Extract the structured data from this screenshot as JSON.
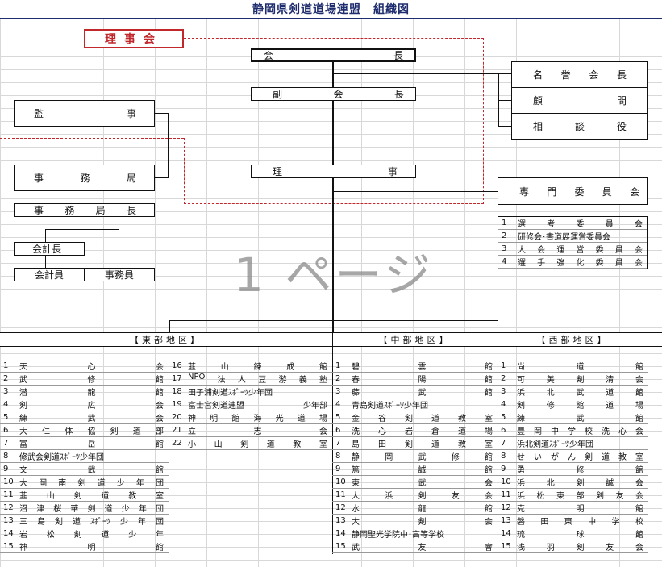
{
  "title": "静岡県剣道道場連盟　組織図",
  "board_label": "理事会",
  "watermark": "1 ページ",
  "org": {
    "president": [
      "会",
      "長"
    ],
    "vice_president": [
      "副",
      "会",
      "長"
    ],
    "directors": [
      "理",
      "事"
    ],
    "auditor": [
      "監",
      "事"
    ],
    "secretariat": [
      "事",
      "務",
      "局"
    ],
    "secretariat_chief": [
      "事",
      "務",
      "局",
      "長"
    ],
    "accounting_chief": "会計長",
    "accountant": "会計員",
    "clerk": "事務員",
    "honorary": [
      "名",
      "誉",
      "会",
      "長"
    ],
    "advisor": [
      "顧",
      "問"
    ],
    "consultant": [
      "相",
      "談",
      "役"
    ],
    "committees_title": [
      "専",
      "門",
      "委",
      "員",
      "会"
    ],
    "committees": [
      {
        "n": "1",
        "v": [
          "選",
          "考",
          "委",
          "員",
          "会"
        ]
      },
      {
        "n": "2",
        "v": [
          "研修会･書道展運営委員会"
        ]
      },
      {
        "n": "3",
        "v": [
          "大",
          "会",
          "運",
          "営",
          "委",
          "員",
          "会"
        ]
      },
      {
        "n": "4",
        "v": [
          "選",
          "手",
          "強",
          "化",
          "委",
          "員",
          "会"
        ]
      }
    ]
  },
  "regions": {
    "east": "【東部地区】",
    "central": "【中部地区】",
    "west": "【西部地区】"
  },
  "east_a": [
    {
      "n": "1",
      "v": [
        "天",
        "心",
        "会"
      ]
    },
    {
      "n": "2",
      "v": [
        "武",
        "修",
        "館"
      ]
    },
    {
      "n": "3",
      "v": [
        "潜",
        "龍",
        "館"
      ]
    },
    {
      "n": "4",
      "v": [
        "剣",
        "広",
        "会"
      ]
    },
    {
      "n": "5",
      "v": [
        "練",
        "武",
        "会"
      ]
    },
    {
      "n": "6",
      "v": [
        "大",
        "仁",
        "体",
        "協",
        "剣",
        "道",
        "部"
      ]
    },
    {
      "n": "7",
      "v": [
        "富",
        "岳",
        "館"
      ]
    },
    {
      "n": "8",
      "v": [
        "修武会剣道ｽﾎﾟｰﾂ少年団"
      ]
    },
    {
      "n": "9",
      "v": [
        "文",
        "武",
        "館"
      ]
    },
    {
      "n": "10",
      "v": [
        "大",
        "岡",
        "南",
        "剣",
        "道",
        "少",
        "年",
        "団"
      ]
    },
    {
      "n": "11",
      "v": [
        "韮",
        "山",
        "剣",
        "道",
        "教",
        "室"
      ]
    },
    {
      "n": "12",
      "v": [
        "沼",
        "津",
        "桜",
        "華",
        "剣",
        "道",
        "少",
        "年",
        "団"
      ]
    },
    {
      "n": "13",
      "v": [
        "三",
        "島",
        "剣",
        "道",
        "ｽﾎﾟｰﾂ",
        "少",
        "年",
        "団"
      ]
    },
    {
      "n": "14",
      "v": [
        "岩",
        "松",
        "剣",
        "道",
        "少",
        "年"
      ]
    },
    {
      "n": "15",
      "v": [
        "神",
        "明",
        "館"
      ]
    }
  ],
  "east_b": [
    {
      "n": "16",
      "v": [
        "韮",
        "山",
        "錬",
        "成",
        "館"
      ]
    },
    {
      "n": "17",
      "v": [
        "NPO",
        "法",
        "人",
        "豆",
        "游",
        "義",
        "塾"
      ]
    },
    {
      "n": "18",
      "v": [
        "田子浦剣道ｽﾎﾟｰﾂ少年団"
      ]
    },
    {
      "n": "19",
      "v": [
        "富士宮剣道連盟",
        "少年部"
      ]
    },
    {
      "n": "20",
      "v": [
        "神",
        "明",
        "館",
        "海",
        "光",
        "道",
        "場"
      ]
    },
    {
      "n": "21",
      "v": [
        "立",
        "志",
        "会"
      ]
    },
    {
      "n": "22",
      "v": [
        "小",
        "山",
        "剣",
        "道",
        "教",
        "室"
      ]
    }
  ],
  "central": [
    {
      "n": "1",
      "v": [
        "碧",
        "雲",
        "館"
      ]
    },
    {
      "n": "2",
      "v": [
        "春",
        "陽",
        "館"
      ]
    },
    {
      "n": "3",
      "v": [
        "藤",
        "武",
        "館"
      ]
    },
    {
      "n": "4",
      "v": [
        "青島剣道ｽﾎﾟｰﾂ少年団"
      ]
    },
    {
      "n": "5",
      "v": [
        "金",
        "谷",
        "剣",
        "道",
        "教",
        "室"
      ]
    },
    {
      "n": "6",
      "v": [
        "洗",
        "心",
        "岩",
        "倉",
        "道",
        "場"
      ]
    },
    {
      "n": "7",
      "v": [
        "島",
        "田",
        "剣",
        "道",
        "教",
        "室"
      ]
    },
    {
      "n": "8",
      "v": [
        "静",
        "岡",
        "武",
        "修",
        "館"
      ]
    },
    {
      "n": "9",
      "v": [
        "篤",
        "誠",
        "館"
      ]
    },
    {
      "n": "10",
      "v": [
        "東",
        "武",
        "会"
      ]
    },
    {
      "n": "11",
      "v": [
        "大",
        "浜",
        "剣",
        "友",
        "会"
      ]
    },
    {
      "n": "12",
      "v": [
        "水",
        "龍",
        "館"
      ]
    },
    {
      "n": "13",
      "v": [
        "大",
        "剣",
        "会"
      ]
    },
    {
      "n": "14",
      "v": [
        "静岡聖光学院中･高等学校"
      ]
    },
    {
      "n": "15",
      "v": [
        "武",
        "友",
        "會"
      ]
    }
  ],
  "west": [
    {
      "n": "1",
      "v": [
        "尚",
        "道",
        "館"
      ]
    },
    {
      "n": "2",
      "v": [
        "可",
        "美",
        "剣",
        "清",
        "会"
      ]
    },
    {
      "n": "3",
      "v": [
        "浜",
        "北",
        "武",
        "道",
        "館"
      ]
    },
    {
      "n": "4",
      "v": [
        "剣",
        "修",
        "館",
        "道",
        "場"
      ]
    },
    {
      "n": "5",
      "v": [
        "練",
        "武",
        "館"
      ]
    },
    {
      "n": "6",
      "v": [
        "豊",
        "岡",
        "中",
        "学",
        "校",
        "洗",
        "心",
        "会"
      ]
    },
    {
      "n": "7",
      "v": [
        "浜北剣道ｽﾎﾟｰﾂ少年団"
      ]
    },
    {
      "n": "8",
      "v": [
        "せ",
        "い",
        "が",
        "ん",
        "剣",
        "道",
        "教",
        "室"
      ]
    },
    {
      "n": "9",
      "v": [
        "勇",
        "修",
        "館"
      ]
    },
    {
      "n": "10",
      "v": [
        "浜",
        "北",
        "剣",
        "誠",
        "会"
      ]
    },
    {
      "n": "11",
      "v": [
        "浜",
        "松",
        "東",
        "部",
        "剣",
        "友",
        "会"
      ]
    },
    {
      "n": "12",
      "v": [
        "克",
        "明",
        "館"
      ]
    },
    {
      "n": "13",
      "v": [
        "磐",
        "田",
        "東",
        "中",
        "学",
        "校"
      ]
    },
    {
      "n": "14",
      "v": [
        "琉",
        "球",
        "館"
      ]
    },
    {
      "n": "15",
      "v": [
        "浅",
        "羽",
        "剣",
        "友",
        "会"
      ]
    }
  ],
  "colors": {
    "title": "#1f2d6e",
    "board": "#c0282c"
  }
}
